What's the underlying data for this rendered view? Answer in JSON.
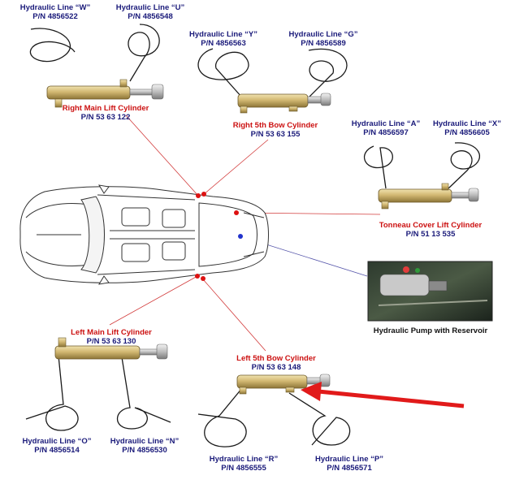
{
  "colors": {
    "callout_red": "#cc1111",
    "label_blue": "#1a1a7a",
    "part_brass": "#c9b06a",
    "pointer_arrow": "#e11a1a"
  },
  "labels": {
    "line_w": {
      "name": "Hydraulic Line “W”",
      "pn": "P/N 4856522"
    },
    "line_u": {
      "name": "Hydraulic Line “U”",
      "pn": "P/N 4856548"
    },
    "line_y": {
      "name": "Hydraulic Line “Y”",
      "pn": "P/N 4856563"
    },
    "line_g": {
      "name": "Hydraulic Line “G”",
      "pn": "P/N 4856589"
    },
    "line_a": {
      "name": "Hydraulic Line “A”",
      "pn": "P/N 4856597"
    },
    "line_x": {
      "name": "Hydraulic Line “X”",
      "pn": "P/N 4856605"
    },
    "line_o": {
      "name": "Hydraulic Line “O”",
      "pn": "P/N 4856514"
    },
    "line_n": {
      "name": "Hydraulic Line “N”",
      "pn": "P/N 4856530"
    },
    "line_r": {
      "name": "Hydraulic Line “R”",
      "pn": "P/N 4856555"
    },
    "line_p": {
      "name": "Hydraulic Line “P”",
      "pn": "P/N 4856571"
    },
    "right_main_cyl": {
      "name": "Right Main Lift Cylinder",
      "pn": "P/N  53 63 122"
    },
    "right_5th_cyl": {
      "name": "Right 5th Bow Cylinder",
      "pn": "P/N  53 63 155"
    },
    "tonneau_cyl": {
      "name": "Tonneau Cover Lift Cylinder",
      "pn": "P/N  51 13 535"
    },
    "left_main_cyl": {
      "name": "Left Main Lift Cylinder",
      "pn": "P/N  53 63 130"
    },
    "left_5th_cyl": {
      "name": "Left 5th Bow Cylinder",
      "pn": "P/N  53 63 148"
    },
    "pump": {
      "name": "Hydraulic Pump with Reservoir"
    }
  }
}
